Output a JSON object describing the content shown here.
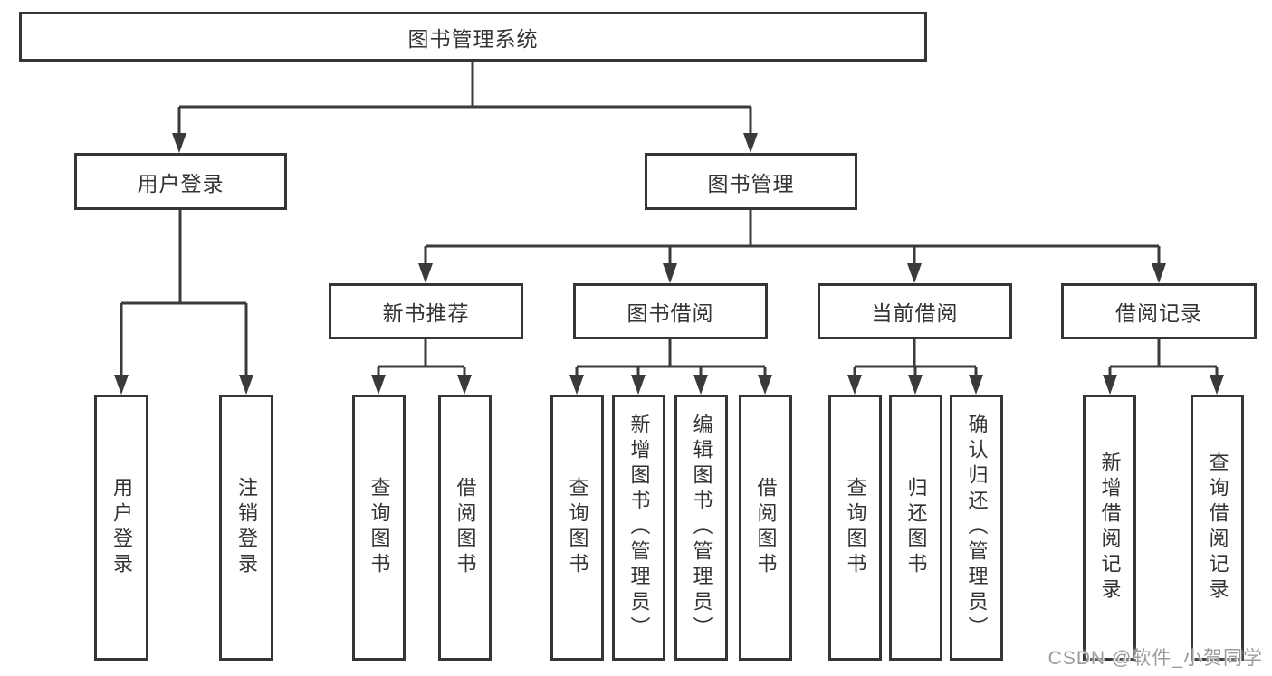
{
  "diagram": {
    "type": "hierarchy-tree",
    "colors": {
      "line": "#3a3a3a",
      "box_border": "#363636",
      "box_bg": "#ffffff",
      "text": "#333333",
      "watermark": "#9b9b9b"
    },
    "tree": {
      "root": {
        "label": "图书管理系统",
        "children": [
          {
            "label": "用户登录",
            "children": [
              {
                "label": "用户登录"
              },
              {
                "label": "注销登录"
              }
            ]
          },
          {
            "label": "图书管理",
            "children": [
              {
                "label": "新书推荐",
                "children": [
                  {
                    "label": "查询图书"
                  },
                  {
                    "label": "借阅图书"
                  }
                ]
              },
              {
                "label": "图书借阅",
                "children": [
                  {
                    "label": "查询图书"
                  },
                  {
                    "label": "新增图书（管理员）"
                  },
                  {
                    "label": "编辑图书（管理员）"
                  },
                  {
                    "label": "借阅图书"
                  }
                ]
              },
              {
                "label": "当前借阅",
                "children": [
                  {
                    "label": "查询图书"
                  },
                  {
                    "label": "归还图书"
                  },
                  {
                    "label": "确认归还（管理员）"
                  }
                ]
              },
              {
                "label": "借阅记录",
                "children": [
                  {
                    "label": "新增借阅记录"
                  },
                  {
                    "label": "查询借阅记录"
                  }
                ]
              }
            ]
          }
        ]
      }
    },
    "watermark": {
      "text": "CSDN @软件_小贺同学"
    }
  }
}
